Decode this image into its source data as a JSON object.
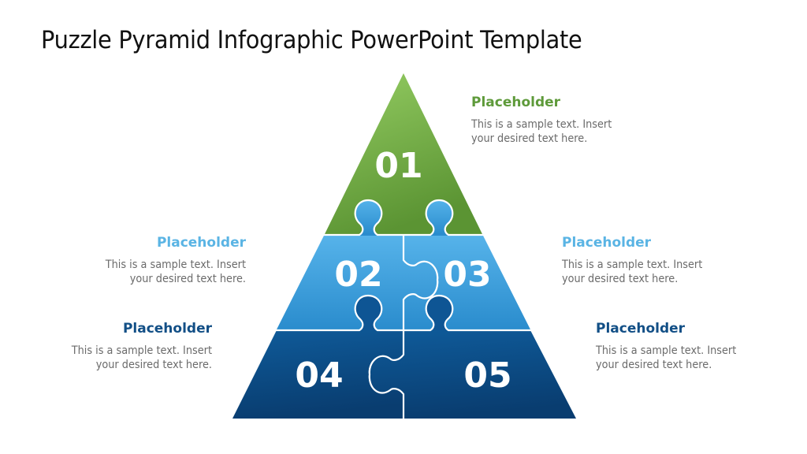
{
  "slide": {
    "title": "Puzzle Pyramid Infographic PowerPoint Template"
  },
  "pyramid": {
    "pieces": [
      {
        "id": "01",
        "label": "01",
        "color_top": "#92c860",
        "color_bottom": "#5e9636"
      },
      {
        "id": "02",
        "label": "02",
        "color_top": "#58b4ea",
        "color_bottom": "#2b8fd0"
      },
      {
        "id": "03",
        "label": "03",
        "color_top": "#58b4ea",
        "color_bottom": "#2b8fd0"
      },
      {
        "id": "04",
        "label": "04",
        "color_top": "#0d5a99",
        "color_bottom": "#0a3f72"
      },
      {
        "id": "05",
        "label": "05",
        "color_top": "#0d5a99",
        "color_bottom": "#0a3f72"
      }
    ]
  },
  "callouts": [
    {
      "id": "01",
      "heading": "Placeholder",
      "line1": "This is a sample text. Insert",
      "line2": "your desired text here.",
      "color": "#5e9a3a"
    },
    {
      "id": "02",
      "heading": "Placeholder",
      "line1": "This is a sample text. Insert",
      "line2": "your desired text here.",
      "color": "#5ab4e4"
    },
    {
      "id": "03",
      "heading": "Placeholder",
      "line1": "This is a sample text. Insert",
      "line2": "your desired text here.",
      "color": "#5ab4e4"
    },
    {
      "id": "04",
      "heading": "Placeholder",
      "line1": "This is a sample text. Insert",
      "line2": "your desired text here.",
      "color": "#124f86"
    },
    {
      "id": "05",
      "heading": "Placeholder",
      "line1": "This is a sample text. Insert",
      "line2": "your desired text here.",
      "color": "#124f86"
    }
  ]
}
